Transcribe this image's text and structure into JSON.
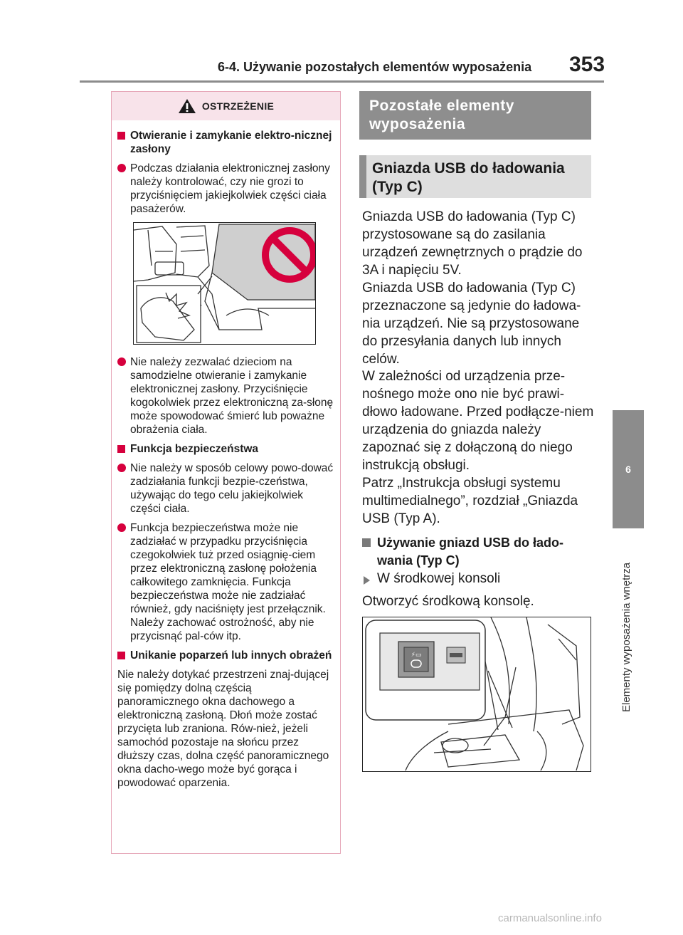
{
  "header": {
    "title": "6-4. Używanie pozostałych elementów wyposażenia",
    "page_number": "353"
  },
  "side_tab": {
    "number": "6",
    "label": "Elementy wyposażenia wnętrza"
  },
  "warning": {
    "title": "OSTRZEŻENIE",
    "sec1_heading": "Otwieranie i zamykanie elektro-nicznej zasłony",
    "sec1_b1": "Podczas działania elektronicznej zasłony należy kontrolować, czy nie grozi to przyciśnięciem jakiejkolwiek części ciała pasażerów.",
    "sec1_b2": "Nie należy zezwalać dzieciom na samodzielne otwieranie i zamykanie elektronicznej zasłony. Przyciśnięcie kogokolwiek przez elektroniczną za-słonę może spowodować śmierć lub poważne obrażenia ciała.",
    "sec2_heading": "Funkcja bezpieczeństwa",
    "sec2_b1": "Nie należy w sposób celowy powo-dować zadziałania funkcji bezpie-czeństwa, używając do tego celu jakiejkolwiek części ciała.",
    "sec2_b2": "Funkcja bezpieczeństwa może nie zadziałać w przypadku przyciśnięcia czegokolwiek tuż przed osiągnię-ciem przez elektroniczną zasłonę położenia całkowitego zamknięcia. Funkcja bezpieczeństwa może nie zadziałać również, gdy naciśnięty jest przełącznik. Należy zachować ostrożność, aby nie przycisnąć pal-ców itp.",
    "sec3_heading": "Unikanie poparzeń lub innych obrażeń",
    "sec3_text": "Nie należy dotykać przestrzeni znaj-dującej się pomiędzy dolną częścią panoramicznego okna dachowego a elektroniczną zasłoną. Dłoń może zostać przycięta lub zraniona. Rów-nież, jeżeli samochód pozostaje na słońcu przez dłuższy czas, dolna część panoramicznego okna dacho-wego może być gorąca i powodować oparzenia."
  },
  "right": {
    "section_title": "Pozostałe elementy wyposażenia",
    "subsection_title": "Gniazda USB do ładowania (Typ C)",
    "p1": "Gniazda USB do ładowania (Typ C) przystosowane są do zasilania urządzeń zewnętrznych o prądzie do 3A i napięciu 5V.",
    "p2": "Gniazda USB do ładowania (Typ C) przeznaczone są jedynie do ładowa-nia urządzeń. Nie są przystosowane do przesyłania danych lub innych celów.",
    "p3": "W zależności od urządzenia prze-nośnego może ono nie być prawi-dłowo ładowane. Przed podłącze-niem urządzenia do gniazda należy zapoznać się z dołączoną do niego instrukcją obsługi.",
    "p4": "Patrz „Instrukcja obsługi systemu multimedialnego”, rozdział „Gniazda USB (Typ A).",
    "sub_heading": "Używanie gniazd USB do łado-wania (Typ C)",
    "location": "W środkowej konsoli",
    "instruction": "Otworzyć środkową konsolę."
  },
  "footer": {
    "watermark": "carmanualsonline.info"
  },
  "colors": {
    "warning_accent": "#d6003d",
    "warning_header_bg": "#f8e3ea",
    "section_gray": "#8e8e8e"
  }
}
